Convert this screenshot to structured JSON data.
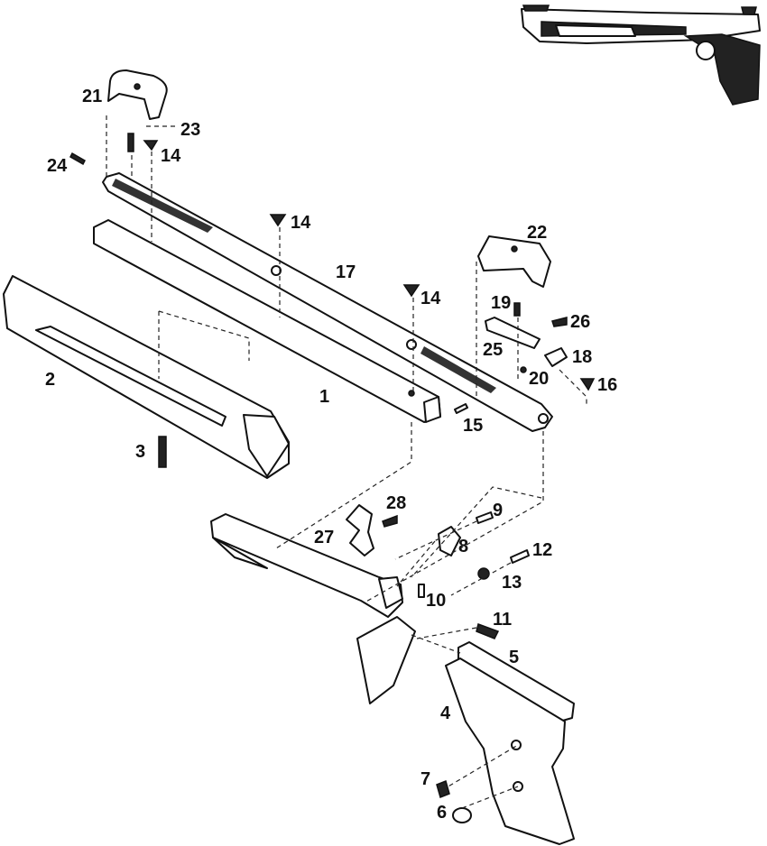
{
  "diagram": {
    "part_numbers": [
      "1",
      "2",
      "3",
      "4",
      "5",
      "6",
      "7",
      "8",
      "9",
      "10",
      "11",
      "12",
      "13",
      "14",
      "14",
      "14",
      "14",
      "15",
      "16",
      "17",
      "18",
      "19",
      "20",
      "21",
      "22",
      "23",
      "24",
      "25",
      "26",
      "27",
      "28"
    ]
  }
}
